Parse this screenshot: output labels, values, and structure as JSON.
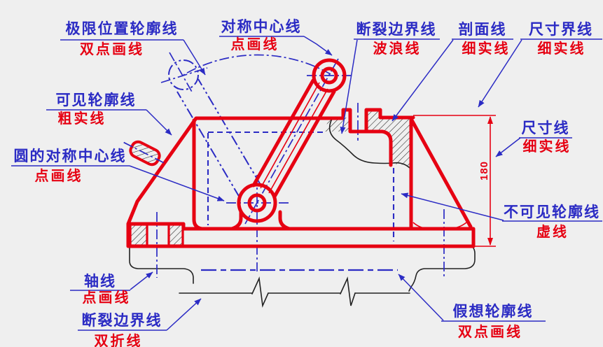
{
  "colors": {
    "background": "#efefef",
    "contour_red": "#e60012",
    "annotation_blue": "#2b2bc4",
    "thin_black": "#222222"
  },
  "dimension": {
    "value": "180"
  },
  "labels": {
    "limit_position": {
      "term": "极限位置轮廓线",
      "line_type": "双点画线"
    },
    "symmetry_center": {
      "term": "对称中心线",
      "line_type": "点画线"
    },
    "break_wavy": {
      "term": "断裂边界线",
      "line_type": "波浪线"
    },
    "section_line": {
      "term": "剖面线",
      "line_type": "细实线"
    },
    "dim_extension": {
      "term": "尺寸界线",
      "line_type": "细实线"
    },
    "visible_contour": {
      "term": "可见轮廓线",
      "line_type": "粗实线"
    },
    "circle_center": {
      "term": "圆的对称中心线",
      "line_type": "点画线"
    },
    "dim_line": {
      "term": "尺寸线",
      "line_type": "细实线"
    },
    "invisible_contour": {
      "term": "不可见轮廓线",
      "line_type": "虚线"
    },
    "axis": {
      "term": "轴线",
      "line_type": "点画线"
    },
    "break_zigzag": {
      "term": "断裂边界线",
      "line_type": "双折线"
    },
    "imaginary_contour": {
      "term": "假想轮廓线",
      "line_type": "双点画线"
    }
  }
}
